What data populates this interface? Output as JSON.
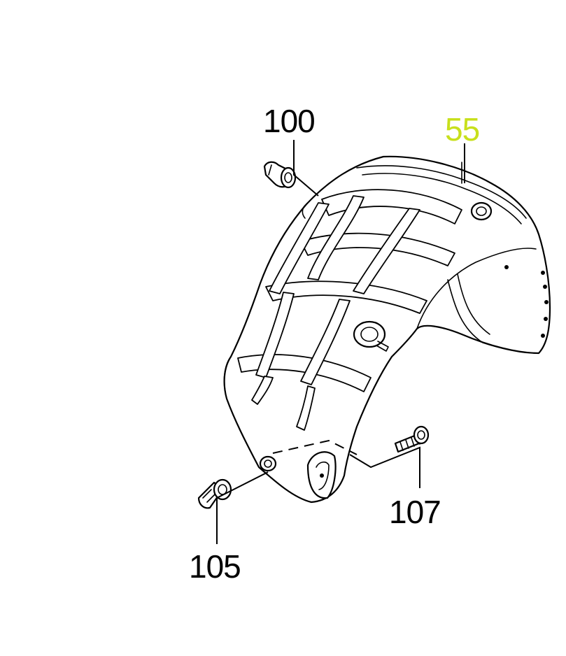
{
  "callouts": [
    {
      "id": "100",
      "label": "100",
      "color": "#000000"
    },
    {
      "id": "55",
      "label": "55",
      "color": "#c8e01c"
    },
    {
      "id": "107",
      "label": "107",
      "color": "#000000"
    },
    {
      "id": "105",
      "label": "105",
      "color": "#000000"
    }
  ],
  "colors": {
    "line": "#000000",
    "background": "#ffffff",
    "highlight": "#c8e01c"
  }
}
